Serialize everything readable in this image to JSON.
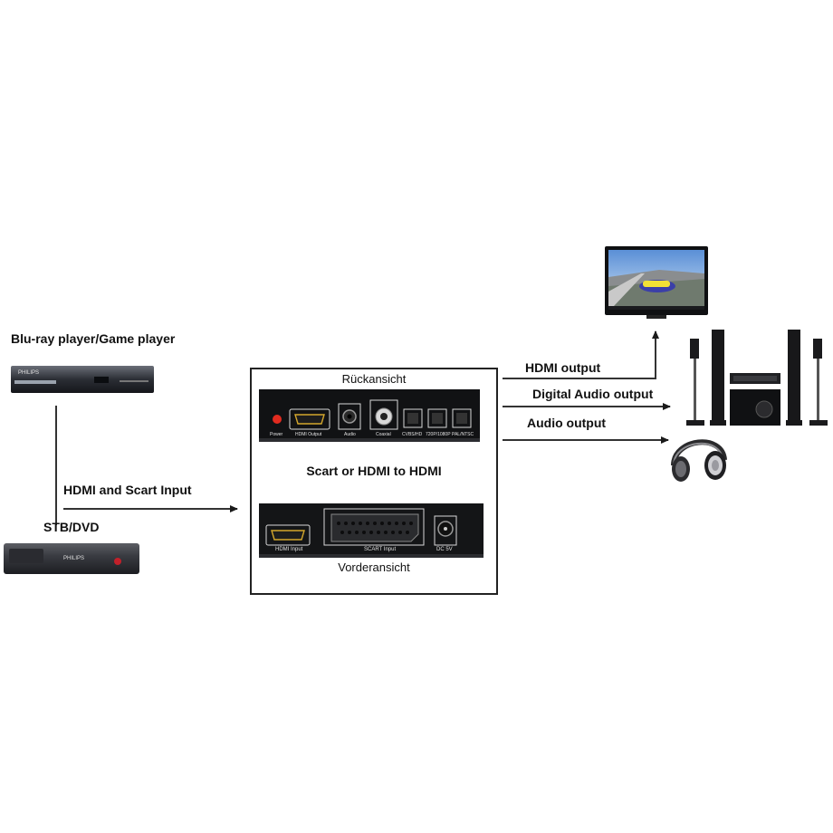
{
  "sources": {
    "bluray_label": "Blu-ray player/Game player",
    "bluray_brand": "PHILIPS",
    "stb_label": "STB/DVD",
    "stb_brand": "PHILIPS",
    "input_label": "HDMI and Scart Input"
  },
  "converter": {
    "rear_title": "Rückansicht",
    "center_title": "Scart or HDMI to HDMI",
    "front_title": "Vorderansicht",
    "rear_ports": {
      "power": "Power",
      "hdmi_output": "HDMI Output",
      "audio": "Audio",
      "coaxial": "Coaxial",
      "cvbs_hd": "CVBS/HD",
      "res": "720P/1080P",
      "pal_ntsc": "PAL/NTSC"
    },
    "front_ports": {
      "hdmi_input": "HDMI Input",
      "scart_input": "SCART Input",
      "dc": "DC 5V"
    }
  },
  "outputs": {
    "hdmi": "HDMI output",
    "digital_audio": "Digital Audio output",
    "audio": "Audio output"
  },
  "icons": [
    "bluray-player-icon",
    "stb-dvd-icon",
    "tv-icon",
    "speaker-system-icon",
    "headphones-icon"
  ]
}
